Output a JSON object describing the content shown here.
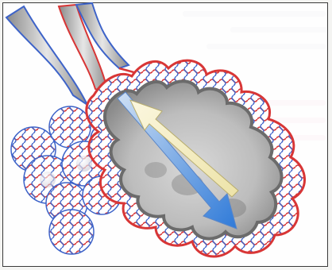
{
  "illustration": {
    "subject": "alveolar-sac-cross-section",
    "colors": {
      "capillary_red": "#d83636",
      "capillary_blue": "#3d63c9",
      "alveolus_fill": "#ffffff",
      "inner_cavity": "#6b6b6b",
      "arrow_light": "#f6efc0",
      "arrow_blue": "#2f7ad8"
    },
    "arrows": [
      {
        "name": "oxygen-arrow",
        "direction": "up-left",
        "color": "#f6efc0"
      },
      {
        "name": "carbon-dioxide-arrow",
        "direction": "down-right",
        "color": "#2f7ad8"
      }
    ]
  }
}
